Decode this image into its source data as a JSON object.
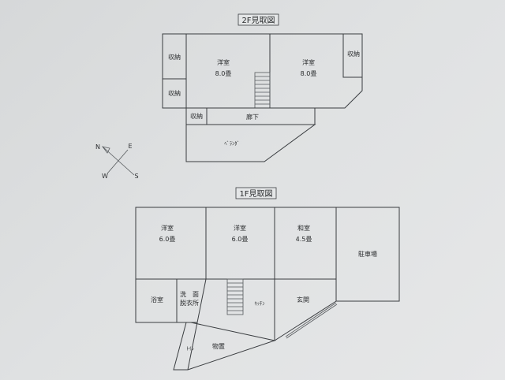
{
  "floor2": {
    "title": "2F見取図",
    "room_left": "洋室",
    "room_left_size": "8.0畳",
    "room_right": "洋室",
    "room_right_size": "8.0畳",
    "storage_1": "収納",
    "storage_2": "収納",
    "storage_3": "収納",
    "storage_4": "収納",
    "hallway": "廊下",
    "veranda": "ﾍﾞﾗﾝﾀﾞ"
  },
  "compass": {
    "n": "N",
    "e": "E",
    "w": "W",
    "s": "S"
  },
  "floor1": {
    "title": "1F見取図",
    "room_1": "洋室",
    "room_1_size": "6.0畳",
    "room_2": "洋室",
    "room_2_size": "6.0畳",
    "room_3": "和室",
    "room_3_size": "4.5畳",
    "parking": "駐車場",
    "bath": "浴室",
    "wash_1": "洗　面",
    "wash_2": "脱衣所",
    "kitchen": "ｷｯﾁﾝ",
    "entrance": "玄関",
    "toilet": "ﾄｲﾚ",
    "storeroom": "物置"
  }
}
